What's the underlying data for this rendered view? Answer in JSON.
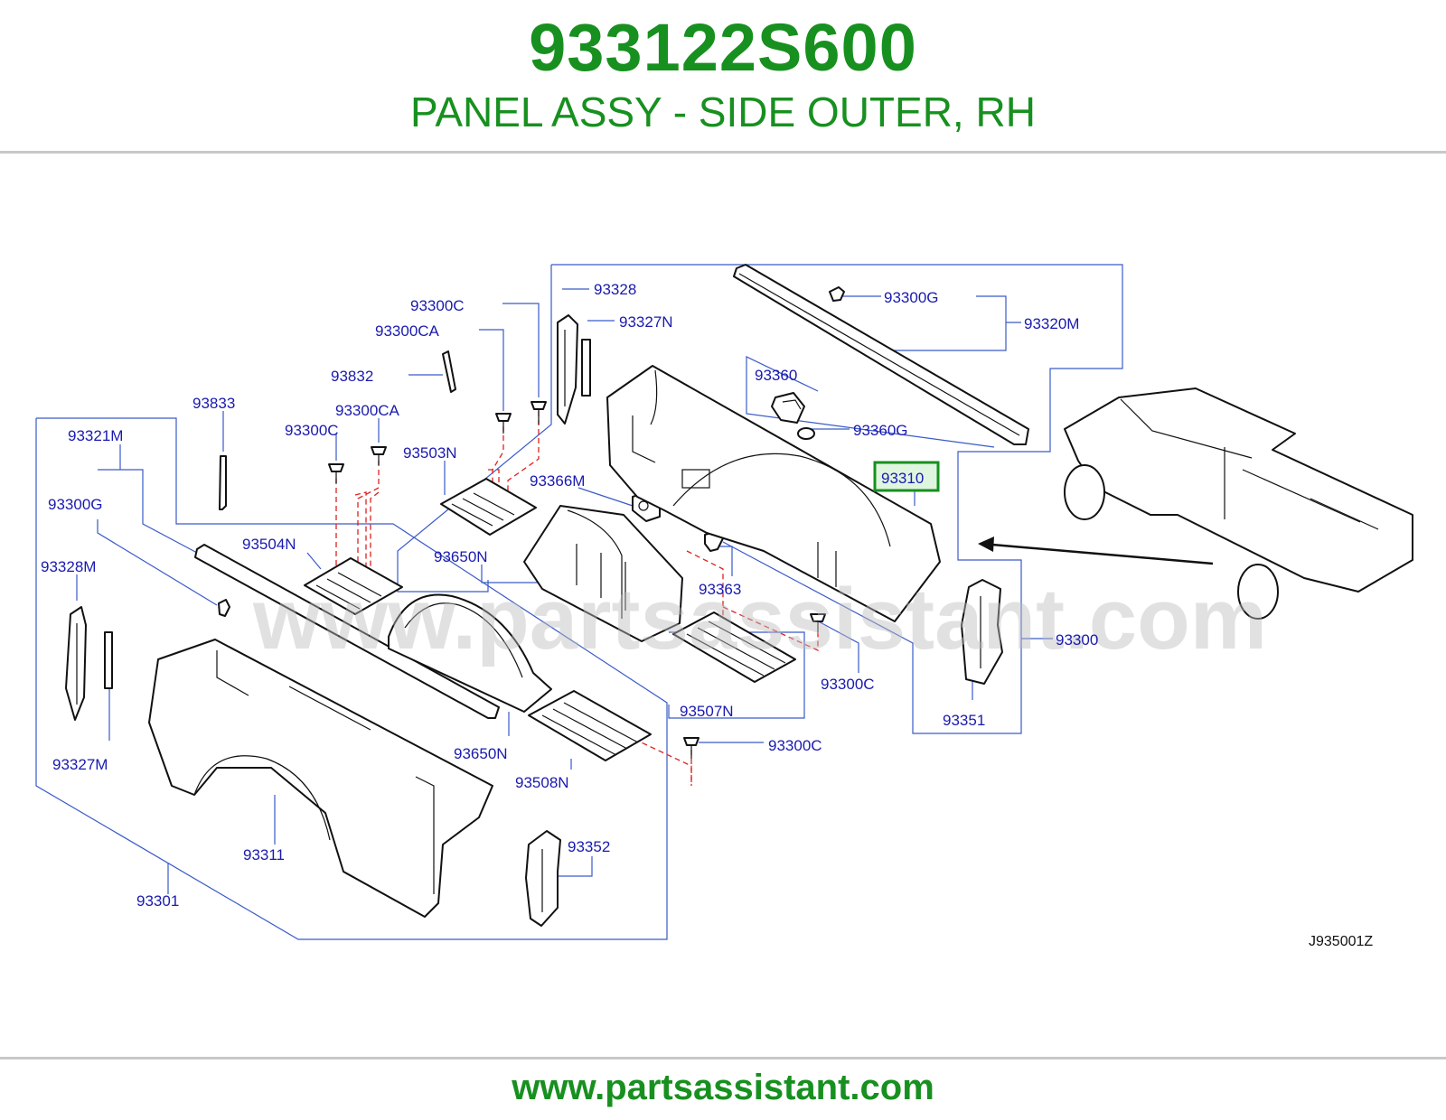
{
  "header": {
    "part_number": "933122S600",
    "description": "PANEL ASSY - SIDE OUTER, RH"
  },
  "footer": {
    "url": "www.partsassistant.com"
  },
  "watermark": "www.partsassistant.com",
  "diagram_code": "J935001Z",
  "highlight_color": "#17901f",
  "callouts": {
    "p93328": "93328",
    "p93327N": "93327N",
    "p93300C_top": "93300C",
    "p93300CA_top": "93300CA",
    "p93832": "93832",
    "p93833": "93833",
    "p93300C_left": "93300C",
    "p93300CA_left": "93300CA",
    "p93503N": "93503N",
    "p93321M": "93321M",
    "p93300G_left": "93300G",
    "p93504N": "93504N",
    "p93328M": "93328M",
    "p93327M": "93327M",
    "p93311": "93311",
    "p93301": "93301",
    "p93650N_upper": "93650N",
    "p93650N_lower": "93650N",
    "p93366M": "93366M",
    "p93363": "93363",
    "p93507N": "93507N",
    "p93300C_mid": "93300C",
    "p93300C_low": "93300C",
    "p93508N": "93508N",
    "p93352": "93352",
    "p93300G_top": "93300G",
    "p93320M": "93320M",
    "p93360": "93360",
    "p93360G": "93360G",
    "p93310": "93310",
    "p93300": "93300",
    "p93351": "93351"
  }
}
